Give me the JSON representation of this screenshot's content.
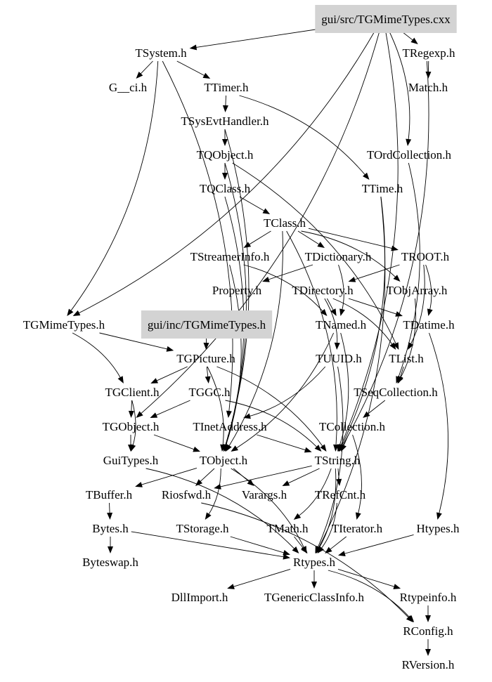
{
  "diagram": {
    "type": "include-dependency-graph",
    "root": "gui/src/TGMimeTypes.cxx",
    "highlight_color": "#d3d3d3",
    "nodes": [
      {
        "id": "root",
        "label": "gui/src/TGMimeTypes.cxx",
        "highlighted": true
      },
      {
        "id": "TSystem",
        "label": "TSystem.h"
      },
      {
        "id": "TRegexp",
        "label": "TRegexp.h"
      },
      {
        "id": "Gci",
        "label": "G__ci.h"
      },
      {
        "id": "TTimer",
        "label": "TTimer.h"
      },
      {
        "id": "Match",
        "label": "Match.h"
      },
      {
        "id": "TSysEvtHandler",
        "label": "TSysEvtHandler.h"
      },
      {
        "id": "TQObject",
        "label": "TQObject.h"
      },
      {
        "id": "TOrdCollection",
        "label": "TOrdCollection.h"
      },
      {
        "id": "TQClass",
        "label": "TQClass.h"
      },
      {
        "id": "TTime",
        "label": "TTime.h"
      },
      {
        "id": "TClass",
        "label": "TClass.h"
      },
      {
        "id": "TStreamerInfo",
        "label": "TStreamerInfo.h"
      },
      {
        "id": "TDictionary",
        "label": "TDictionary.h"
      },
      {
        "id": "TROOT",
        "label": "TROOT.h"
      },
      {
        "id": "Property",
        "label": "Property.h"
      },
      {
        "id": "TDirectory",
        "label": "TDirectory.h"
      },
      {
        "id": "TObjArray",
        "label": "TObjArray.h"
      },
      {
        "id": "TGMimeTypesH",
        "label": "TGMimeTypes.h"
      },
      {
        "id": "incTGMimeTypes",
        "label": "gui/inc/TGMimeTypes.h",
        "highlighted": true
      },
      {
        "id": "TNamed",
        "label": "TNamed.h"
      },
      {
        "id": "TDatime",
        "label": "TDatime.h"
      },
      {
        "id": "TGPicture",
        "label": "TGPicture.h"
      },
      {
        "id": "TUUID",
        "label": "TUUID.h"
      },
      {
        "id": "TList",
        "label": "TList.h"
      },
      {
        "id": "TGClient",
        "label": "TGClient.h"
      },
      {
        "id": "TGGC",
        "label": "TGGC.h"
      },
      {
        "id": "TSeqCollection",
        "label": "TSeqCollection.h"
      },
      {
        "id": "TGObject",
        "label": "TGObject.h"
      },
      {
        "id": "TInetAddress",
        "label": "TInetAddress.h"
      },
      {
        "id": "TCollection",
        "label": "TCollection.h"
      },
      {
        "id": "GuiTypes",
        "label": "GuiTypes.h"
      },
      {
        "id": "TObject",
        "label": "TObject.h"
      },
      {
        "id": "TString",
        "label": "TString.h"
      },
      {
        "id": "TBuffer",
        "label": "TBuffer.h"
      },
      {
        "id": "Riosfwd",
        "label": "Riosfwd.h"
      },
      {
        "id": "Varargs",
        "label": "Varargs.h"
      },
      {
        "id": "TRefCnt",
        "label": "TRefCnt.h"
      },
      {
        "id": "Bytes",
        "label": "Bytes.h"
      },
      {
        "id": "TStorage",
        "label": "TStorage.h"
      },
      {
        "id": "TMath",
        "label": "TMath.h"
      },
      {
        "id": "TIterator",
        "label": "TIterator.h"
      },
      {
        "id": "Htypes",
        "label": "Htypes.h"
      },
      {
        "id": "Byteswap",
        "label": "Byteswap.h"
      },
      {
        "id": "Rtypes",
        "label": "Rtypes.h"
      },
      {
        "id": "DllImport",
        "label": "DllImport.h"
      },
      {
        "id": "TGenericClassInfo",
        "label": "TGenericClassInfo.h"
      },
      {
        "id": "Rtypeinfo",
        "label": "Rtypeinfo.h"
      },
      {
        "id": "RConfig",
        "label": "RConfig.h"
      },
      {
        "id": "RVersion",
        "label": "RVersion.h"
      }
    ],
    "edges": [
      [
        "root",
        "TSystem"
      ],
      [
        "root",
        "TRegexp"
      ],
      [
        "root",
        "TOrdCollection"
      ],
      [
        "root",
        "TGMimeTypesH"
      ],
      [
        "root",
        "TGObject"
      ],
      [
        "root",
        "TString"
      ],
      [
        "TSystem",
        "Gci"
      ],
      [
        "TSystem",
        "TTimer"
      ],
      [
        "TSystem",
        "TInetAddress"
      ],
      [
        "TSystem",
        "TGMimeTypesH"
      ],
      [
        "TRegexp",
        "Match"
      ],
      [
        "TRegexp",
        "TString"
      ],
      [
        "TTimer",
        "TSysEvtHandler"
      ],
      [
        "TTimer",
        "TTime"
      ],
      [
        "TSysEvtHandler",
        "TQObject"
      ],
      [
        "TSysEvtHandler",
        "TObject"
      ],
      [
        "TQObject",
        "TQClass"
      ],
      [
        "TQObject",
        "TList"
      ],
      [
        "TQObject",
        "TObject"
      ],
      [
        "TOrdCollection",
        "TSeqCollection"
      ],
      [
        "TQClass",
        "TClass"
      ],
      [
        "TQClass",
        "TObject"
      ],
      [
        "TTime",
        "Rtypes"
      ],
      [
        "TTime",
        "TString"
      ],
      [
        "TClass",
        "TStreamerInfo"
      ],
      [
        "TClass",
        "TDictionary"
      ],
      [
        "TClass",
        "TROOT"
      ],
      [
        "TClass",
        "TObjArray"
      ],
      [
        "TClass",
        "TObject"
      ],
      [
        "TClass",
        "TString"
      ],
      [
        "TStreamerInfo",
        "TNamed"
      ],
      [
        "TStreamerInfo",
        "TObject"
      ],
      [
        "TDictionary",
        "Property"
      ],
      [
        "TDictionary",
        "TNamed"
      ],
      [
        "TROOT",
        "TDirectory"
      ],
      [
        "TROOT",
        "TList"
      ],
      [
        "TROOT",
        "TDatime"
      ],
      [
        "TDirectory",
        "TNamed"
      ],
      [
        "TDirectory",
        "TDatime"
      ],
      [
        "TDirectory",
        "TUUID"
      ],
      [
        "TDirectory",
        "TList"
      ],
      [
        "TObjArray",
        "TSeqCollection"
      ],
      [
        "TGMimeTypesH",
        "TGPicture"
      ],
      [
        "TGMimeTypesH",
        "TGClient"
      ],
      [
        "incTGMimeTypes",
        "TGPicture"
      ],
      [
        "TNamed",
        "TObject"
      ],
      [
        "TNamed",
        "TString"
      ],
      [
        "TDatime",
        "Htypes"
      ],
      [
        "TGPicture",
        "TGClient"
      ],
      [
        "TGPicture",
        "TGGC"
      ],
      [
        "TGPicture",
        "TObject"
      ],
      [
        "TGPicture",
        "TString"
      ],
      [
        "TUUID",
        "TInetAddress"
      ],
      [
        "TUUID",
        "Rtypes"
      ],
      [
        "TList",
        "TSeqCollection"
      ],
      [
        "TGClient",
        "TGObject"
      ],
      [
        "TGClient",
        "GuiTypes"
      ],
      [
        "TGGC",
        "TGObject"
      ],
      [
        "TGGC",
        "TString"
      ],
      [
        "TSeqCollection",
        "TCollection"
      ],
      [
        "TGObject",
        "GuiTypes"
      ],
      [
        "TGObject",
        "TObject"
      ],
      [
        "TInetAddress",
        "TObject"
      ],
      [
        "TInetAddress",
        "TString"
      ],
      [
        "TCollection",
        "TString"
      ],
      [
        "TCollection",
        "TIterator"
      ],
      [
        "GuiTypes",
        "Rtypes"
      ],
      [
        "TObject",
        "TBuffer"
      ],
      [
        "TObject",
        "Riosfwd"
      ],
      [
        "TObject",
        "Varargs"
      ],
      [
        "TObject",
        "TStorage"
      ],
      [
        "TObject",
        "Rtypes"
      ],
      [
        "TString",
        "TRefCnt"
      ],
      [
        "TString",
        "TMath"
      ],
      [
        "TString",
        "Riosfwd"
      ],
      [
        "TString",
        "Varargs"
      ],
      [
        "TString",
        "Rtypes"
      ],
      [
        "TBuffer",
        "Bytes"
      ],
      [
        "Riosfwd",
        "RConfig"
      ],
      [
        "TRefCnt",
        "Rtypes"
      ],
      [
        "Bytes",
        "Byteswap"
      ],
      [
        "Bytes",
        "Rtypes"
      ],
      [
        "TStorage",
        "Rtypes"
      ],
      [
        "TMath",
        "Rtypes"
      ],
      [
        "TIterator",
        "Rtypes"
      ],
      [
        "Htypes",
        "Rtypes"
      ],
      [
        "Rtypes",
        "DllImport"
      ],
      [
        "Rtypes",
        "TGenericClassInfo"
      ],
      [
        "Rtypes",
        "Rtypeinfo"
      ],
      [
        "Rtypes",
        "RConfig"
      ],
      [
        "Rtypeinfo",
        "RConfig"
      ],
      [
        "RConfig",
        "RVersion"
      ]
    ]
  }
}
